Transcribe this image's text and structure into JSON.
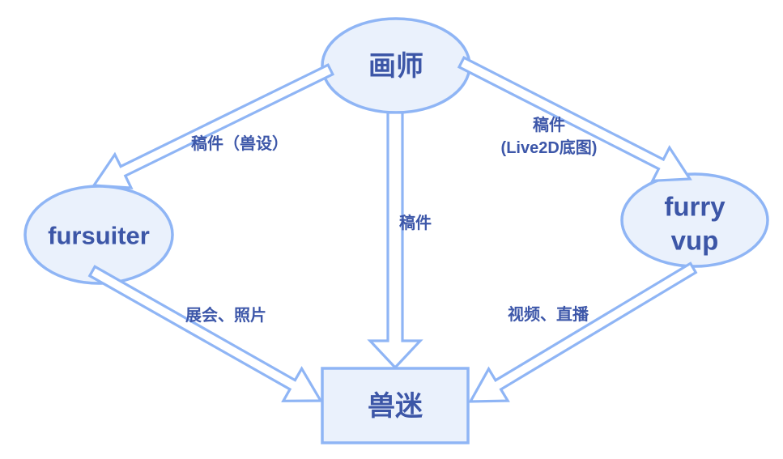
{
  "diagram": {
    "title": "furry-ecosystem-relationship-diagram",
    "colors": {
      "node_border": "#8FB5F5",
      "node_fill": "#EAF1FC",
      "arrow_outline": "#8FB5F5",
      "arrow_fill": "#FFFFFF",
      "node_text": "#3C56A7",
      "label_text": "#3D57A9",
      "background": "#FFFFFF"
    },
    "nodes": {
      "artist": {
        "label": "画师",
        "shape": "ellipse"
      },
      "fursuiter": {
        "label": "fursuiter",
        "shape": "ellipse"
      },
      "furry_vup": {
        "line1": "furry",
        "line2": "vup",
        "shape": "ellipse"
      },
      "fans": {
        "label": "兽迷",
        "shape": "rectangle"
      }
    },
    "edges": {
      "artist_to_fursuiter": {
        "label": "稿件（兽设）"
      },
      "artist_to_furry_vup": {
        "label_line1": "稿件",
        "label_line2": "(Live2D底图)"
      },
      "artist_to_fans": {
        "label": "稿件"
      },
      "fursuiter_to_fans": {
        "label": "展会、照片"
      },
      "furry_vup_to_fans": {
        "label": "视频、直播"
      }
    }
  }
}
